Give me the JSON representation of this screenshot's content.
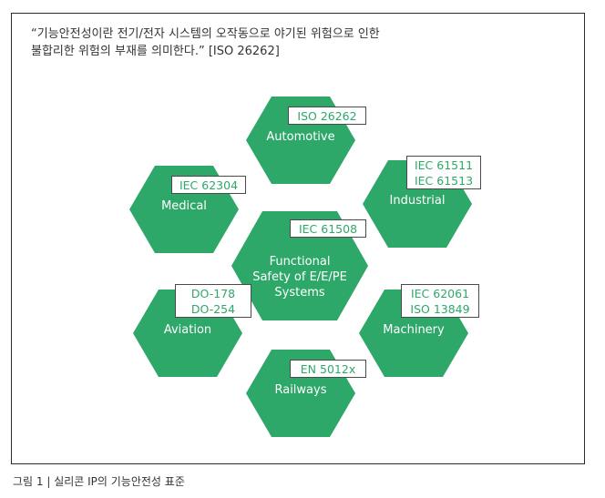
{
  "quote": {
    "line1": "“기능안전성이란 전기/전자 시스템의 오작동으로 야기된 위험으로 인한",
    "line2": "불합리한 위험의 부재를 의미한다.” [ISO 26262]"
  },
  "colors": {
    "hex_fill": "#2ea869",
    "standard_text": "#2ea869"
  },
  "hexagons": {
    "automotive": {
      "label": "Automotive",
      "standards": [
        "ISO 26262"
      ]
    },
    "industrial": {
      "label": "Industrial",
      "standards": [
        "IEC 61511",
        "IEC 61513"
      ]
    },
    "medical": {
      "label": "Medical",
      "standards": [
        "IEC 62304"
      ]
    },
    "center": {
      "label_lines": [
        "Functional",
        "Safety of E/E/PE",
        "Systems"
      ],
      "standards": [
        "IEC 61508"
      ]
    },
    "aviation": {
      "label": "Aviation",
      "standards": [
        "DO-178",
        "DO-254"
      ]
    },
    "machinery": {
      "label": "Machinery",
      "standards": [
        "IEC 62061",
        "ISO 13849"
      ]
    },
    "railways": {
      "label": "Railways",
      "standards": [
        "EN 5012x"
      ]
    }
  },
  "caption": "그림 1 | 실리콘 IP의 기능안전성 표준"
}
